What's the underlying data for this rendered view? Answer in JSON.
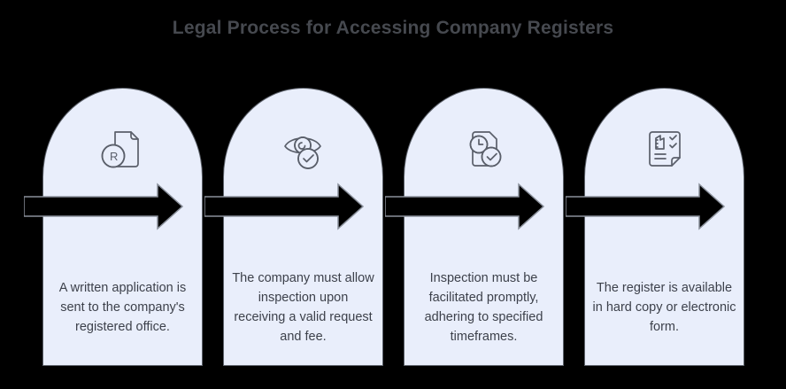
{
  "title": "Legal Process for Accessing Company Registers",
  "colors": {
    "background": "#000000",
    "card_fill": "#e9eefb",
    "card_border": "#5d626b",
    "arrow_fill": "#000000",
    "arrow_outline": "#8a909b",
    "title_text": "#46494f",
    "body_text": "#3d414b",
    "icon_stroke": "#5a5f6a"
  },
  "cards": [
    {
      "icon": "application-document-r-icon",
      "text": "A written application is sent to the company's registered office."
    },
    {
      "icon": "inspection-eye-check-icon",
      "text": "The company must allow inspection upon receiving a valid request and fee."
    },
    {
      "icon": "document-clock-check-icon",
      "text": "Inspection must be facilitated promptly, adhering to specified timeframes."
    },
    {
      "icon": "register-checklist-icon",
      "text": "The register is available in hard copy or electronic form."
    }
  ]
}
